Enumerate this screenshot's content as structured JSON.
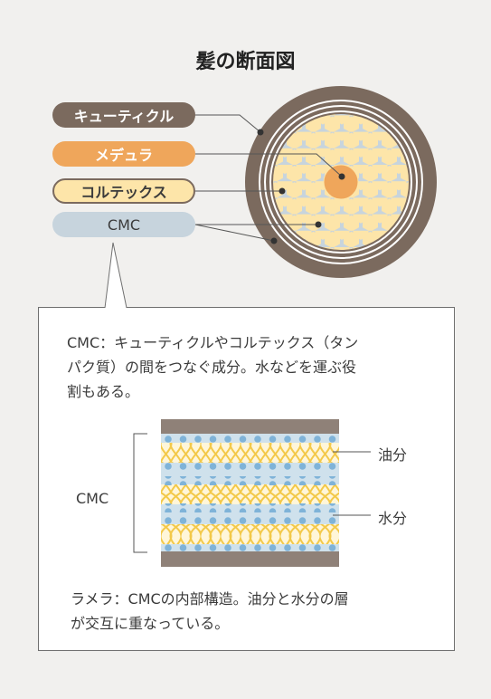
{
  "title": "髪の断面図",
  "labels": {
    "cuticle": "キューティクル",
    "medulla": "メデュラ",
    "cortex": "コルテックス",
    "cmc": "CMC"
  },
  "description": {
    "line1": "CMC：キューティクルやコルテックス（タン",
    "line2": "パク質）の間をつなぐ成分。水などを運ぶ役",
    "line3": "割もある。"
  },
  "lamella": {
    "cmc_label": "CMC",
    "oil_label": "油分",
    "water_label": "水分"
  },
  "footer": {
    "line1": "ラメラ：CMCの内部構造。油分と水分の層",
    "line2": "が交互に重なっている。"
  },
  "colors": {
    "cuticle": "#7b6a5e",
    "medulla": "#efa65b",
    "cortex": "#fde5a9",
    "cmc": "#c7d4dd",
    "water_dot": "#7fb3d8",
    "oil_wave": "#f2c43a"
  }
}
